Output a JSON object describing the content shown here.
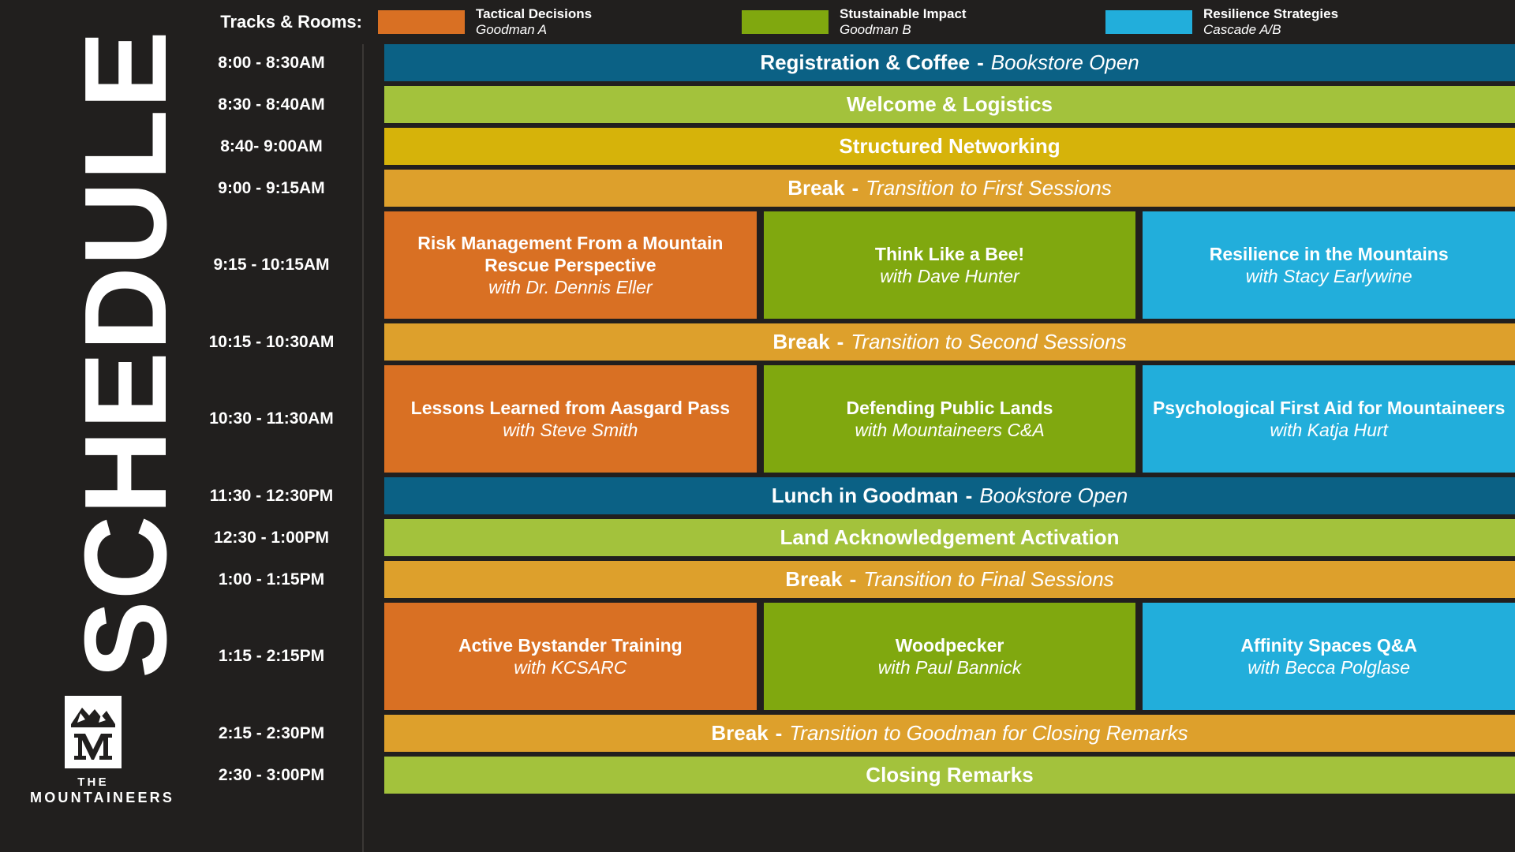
{
  "page": {
    "title": "SCHEDULE",
    "background": "#211f1e"
  },
  "logo": {
    "line1": "THE",
    "line2": "MOUNTAINEERS",
    "mark_icon": "mountain-m-logo-icon"
  },
  "legend": {
    "label": "Tracks & Rooms:",
    "items": [
      {
        "track": "Tactical Decisions",
        "room": "Goodman A",
        "color": "#d97023"
      },
      {
        "track": "Stustainable Impact",
        "room": "Goodman B",
        "color": "#80a80f"
      },
      {
        "track": "Resilience Strategies",
        "room": "Cascade A/B",
        "color": "#22aedb"
      }
    ]
  },
  "colors": {
    "plenary_teal": "#0b6185",
    "plenary_green": "#a3c23c",
    "networking_gold": "#d6b30a",
    "break_gold": "#dda02c",
    "track_orange": "#d97023",
    "track_green": "#80a80f",
    "track_blue": "#22aedb",
    "background": "#211f1e",
    "text": "#ffffff"
  },
  "rows": [
    {
      "time": "8:00 - 8:30AM",
      "kind": "full-inline",
      "height": "h-plenary",
      "blocks": [
        {
          "title": "Registration & Coffee",
          "sep": "-",
          "sub": "Bookstore Open",
          "color": "#0b6185"
        }
      ]
    },
    {
      "time": "8:30 - 8:40AM",
      "kind": "full-inline",
      "height": "h-plenary",
      "blocks": [
        {
          "title": "Welcome & Logistics",
          "sep": "",
          "sub": "",
          "color": "#a3c23c"
        }
      ]
    },
    {
      "time": "8:40- 9:00AM",
      "kind": "full-inline",
      "height": "h-plenary",
      "blocks": [
        {
          "title": "Structured Networking",
          "sep": "",
          "sub": "",
          "color": "#d6b30a"
        }
      ]
    },
    {
      "time": "9:00 - 9:15AM",
      "kind": "full-inline",
      "height": "h-break",
      "blocks": [
        {
          "title": "Break",
          "sep": "-",
          "sub": "Transition to First Sessions",
          "color": "#dda02c"
        }
      ]
    },
    {
      "time": "9:15 - 10:15AM",
      "kind": "three-col",
      "height": "h-session",
      "blocks": [
        {
          "title": "Risk Management From a Mountain Rescue Perspective",
          "sub": "with Dr. Dennis Eller",
          "color": "#d97023"
        },
        {
          "title": "Think Like a Bee!",
          "sub": "with Dave Hunter",
          "color": "#80a80f"
        },
        {
          "title": "Resilience in the Mountains",
          "sub": "with Stacy Earlywine",
          "color": "#22aedb"
        }
      ]
    },
    {
      "time": "10:15 - 10:30AM",
      "kind": "full-inline",
      "height": "h-break",
      "blocks": [
        {
          "title": "Break",
          "sep": "-",
          "sub": "Transition to Second Sessions",
          "color": "#dda02c"
        }
      ]
    },
    {
      "time": "10:30 - 11:30AM",
      "kind": "three-col",
      "height": "h-session",
      "blocks": [
        {
          "title": "Lessons Learned from Aasgard Pass",
          "sub": "with Steve Smith",
          "color": "#d97023"
        },
        {
          "title": "Defending Public Lands",
          "sub": "with Mountaineers C&A",
          "color": "#80a80f"
        },
        {
          "title": "Psychological First Aid for Mountaineers",
          "sub": "with Katja Hurt",
          "color": "#22aedb"
        }
      ]
    },
    {
      "time": "11:30 - 12:30PM",
      "kind": "full-inline",
      "height": "h-plenary",
      "blocks": [
        {
          "title": "Lunch in Goodman",
          "sep": "-",
          "sub": "Bookstore Open",
          "color": "#0b6185"
        }
      ]
    },
    {
      "time": "12:30 - 1:00PM",
      "kind": "full-inline",
      "height": "h-plenary",
      "blocks": [
        {
          "title": "Land Acknowledgement Activation",
          "sep": "",
          "sub": "",
          "color": "#a3c23c"
        }
      ]
    },
    {
      "time": "1:00 - 1:15PM",
      "kind": "full-inline",
      "height": "h-break",
      "blocks": [
        {
          "title": "Break",
          "sep": "-",
          "sub": "Transition to Final Sessions",
          "color": "#dda02c"
        }
      ]
    },
    {
      "time": "1:15 - 2:15PM",
      "kind": "three-col",
      "height": "h-session",
      "blocks": [
        {
          "title": "Active Bystander Training",
          "sub": "with KCSARC",
          "color": "#d97023"
        },
        {
          "title": "Woodpecker",
          "sub": "with Paul Bannick",
          "color": "#80a80f"
        },
        {
          "title": "Affinity Spaces Q&A",
          "sub": "with Becca Polglase",
          "color": "#22aedb"
        }
      ]
    },
    {
      "time": "2:15 - 2:30PM",
      "kind": "full-inline",
      "height": "h-break",
      "blocks": [
        {
          "title": "Break",
          "sep": "-",
          "sub": "Transition to Goodman for Closing Remarks",
          "color": "#dda02c"
        }
      ]
    },
    {
      "time": "2:30 - 3:00PM",
      "kind": "full-inline",
      "height": "h-plenary",
      "blocks": [
        {
          "title": "Closing Remarks",
          "sep": "",
          "sub": "",
          "color": "#a3c23c"
        }
      ]
    }
  ]
}
